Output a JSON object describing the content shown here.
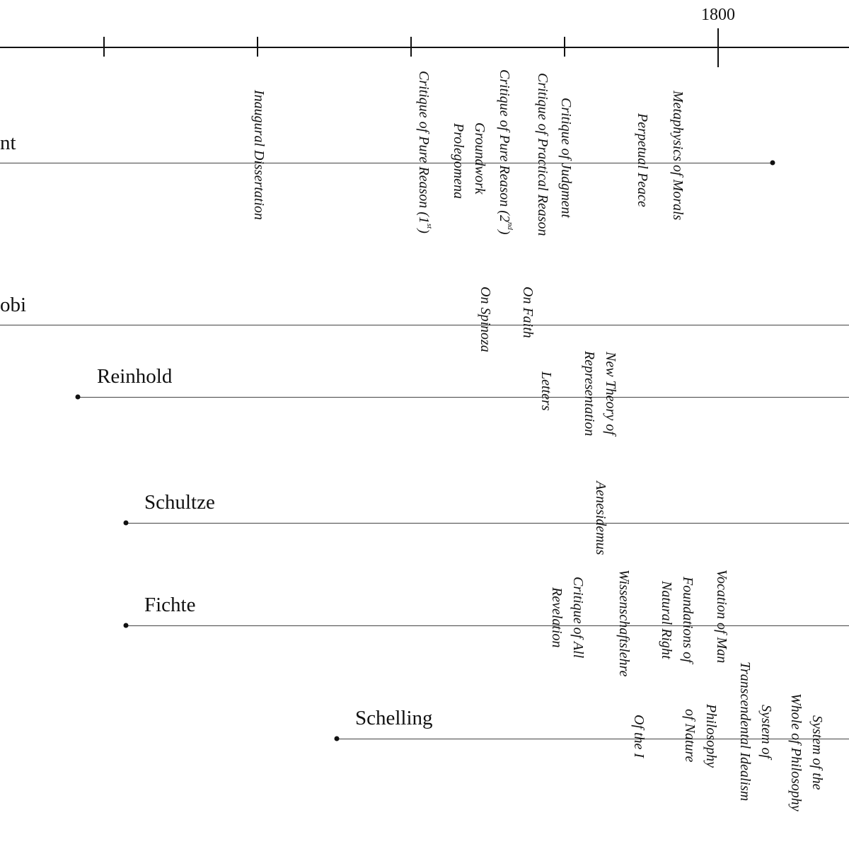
{
  "axis": {
    "year_label": "1800"
  },
  "thinkers": [
    {
      "name": "nt",
      "works": [
        "Inaugural Dissertation",
        "Critique of Pure Reason (1",
        "Prolegomena",
        "Groundwork",
        "Critique of Pure Reason (2",
        "Critique of Practical Reason",
        "Critique of Judgment",
        "Perpetual Peace",
        "Metaphysics of Morals"
      ]
    },
    {
      "name": "obi",
      "works": [
        "On Spinoza",
        "On Faith"
      ]
    },
    {
      "name": "Reinhold",
      "works": [
        "Letters",
        "New Theory of\nRepresentation"
      ]
    },
    {
      "name": "Schultze",
      "works": [
        "Aenesidemus"
      ]
    },
    {
      "name": "Fichte",
      "works": [
        "Critique of All\nRevelation",
        "Wissenschaftslehre",
        "Foundations of\nNatural Right",
        "Vocation of Man"
      ]
    },
    {
      "name": "Schelling",
      "works": [
        "Of the I",
        "Philosophy\nof Nature",
        "System of\nTranscendental Idealism",
        "System of the\nWhole of Philosophy"
      ]
    }
  ],
  "superscripts": {
    "first": "st",
    "second": "nd"
  }
}
